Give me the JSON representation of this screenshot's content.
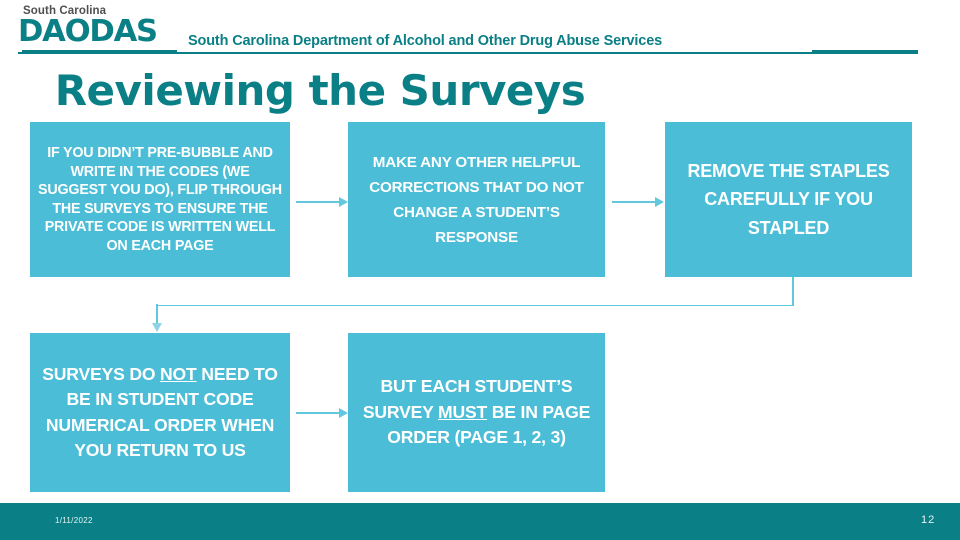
{
  "header": {
    "logo_state": "South Carolina",
    "logo_acronym": "DAODAS",
    "department_title": "South Carolina Department of Alcohol and Other Drug Abuse Services",
    "brand_color": "#0a7f86"
  },
  "slide": {
    "title": "Reviewing the Surveys",
    "box_color": "#4bbdd6",
    "connector_color": "#63c7dd"
  },
  "boxes": [
    {
      "id": "box1",
      "text": "IF YOU DIDN’T PRE-BUBBLE AND WRITE IN THE CODES (WE SUGGEST YOU DO),  FLIP THROUGH THE SURVEYS TO ENSURE THE PRIVATE CODE IS WRITTEN WELL ON EACH PAGE"
    },
    {
      "id": "box2",
      "text": "MAKE ANY OTHER HELPFUL CORRECTIONS THAT DO NOT CHANGE A STUDENT’S RESPONSE"
    },
    {
      "id": "box3",
      "text": "REMOVE THE STAPLES CAREFULLY IF YOU STAPLED"
    },
    {
      "id": "box4",
      "text_html": "SURVEYS DO <u>NOT</u> NEED TO BE IN STUDENT CODE NUMERICAL ORDER WHEN YOU RETURN TO US",
      "text": "SURVEYS DO NOT NEED TO BE IN STUDENT CODE NUMERICAL ORDER WHEN YOU RETURN TO US"
    },
    {
      "id": "box5",
      "text_html": "BUT EACH STUDENT’S SURVEY <u>MUST</u> BE IN PAGE ORDER (PAGE 1, 2, 3)",
      "text": "BUT EACH STUDENT’S SURVEY MUST BE IN PAGE ORDER (PAGE 1, 2, 3)"
    }
  ],
  "footer": {
    "date": "1/11/2022",
    "page_number": "12",
    "bar_color": "#0a7f86"
  }
}
